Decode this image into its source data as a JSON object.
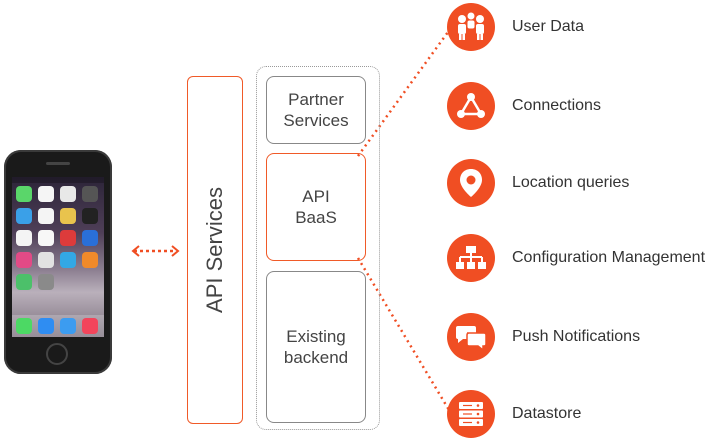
{
  "api_services_label": "API Services",
  "boxes": {
    "partner": "Partner\nServices",
    "baas": "API\nBaaS",
    "backend": "Existing\nbackend"
  },
  "services": [
    {
      "label": "User Data",
      "icon": "users-icon"
    },
    {
      "label": "Connections",
      "icon": "network-icon"
    },
    {
      "label": "Location queries",
      "icon": "location-pin-icon"
    },
    {
      "label": "Configuration Management",
      "icon": "hierarchy-icon"
    },
    {
      "label": "Push Notifications",
      "icon": "chat-bubbles-icon"
    },
    {
      "label": "Datastore",
      "icon": "database-icon"
    }
  ],
  "colors": {
    "accent": "#f04e23",
    "border_gray": "#888888",
    "text": "#333333"
  }
}
